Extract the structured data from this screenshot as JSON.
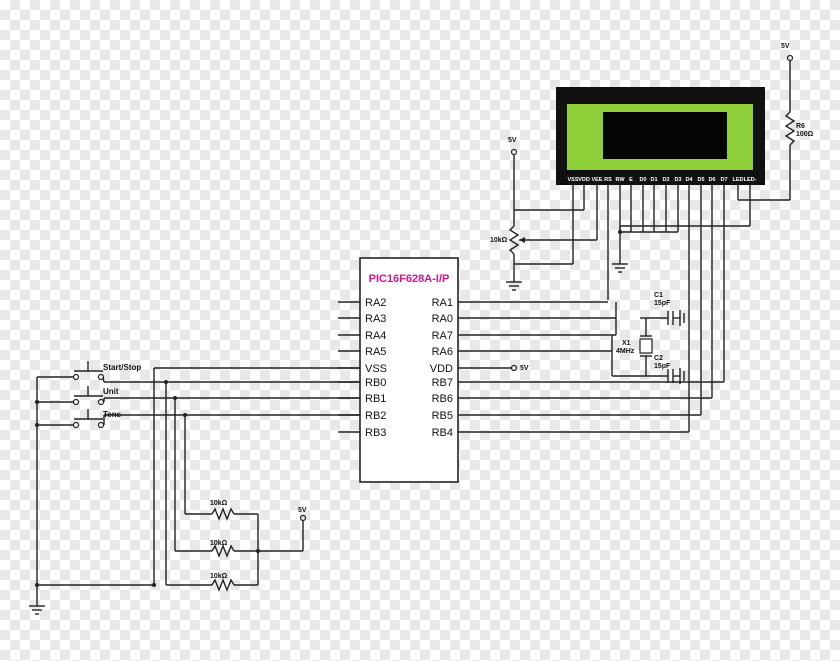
{
  "mcu": {
    "name": "PIC16F628A-I/P",
    "left_pins": [
      "RA2",
      "RA3",
      "RA4",
      "RA5",
      "VSS",
      "RB0",
      "RB1",
      "RB2",
      "RB3"
    ],
    "right_pins": [
      "RA1",
      "RA0",
      "RA7",
      "RA6",
      "VDD",
      "RB7",
      "RB6",
      "RB5",
      "RB4"
    ]
  },
  "lcd": {
    "pins": [
      "VSS",
      "VDD",
      "VEE",
      "RS",
      "RW",
      "E",
      "D0",
      "D1",
      "D2",
      "D3",
      "D4",
      "D5",
      "D6",
      "D7",
      "LED",
      "LED-"
    ],
    "screen_color": "#8fcf3a",
    "body_color": "#111111"
  },
  "buttons": [
    "Start/Stop",
    "Unit",
    "Tens"
  ],
  "supply": "5V",
  "pot": "10kΩ",
  "r6": {
    "ref": "R6",
    "value": "100Ω"
  },
  "pullups": [
    "10kΩ",
    "10kΩ",
    "10kΩ"
  ],
  "c1": {
    "ref": "C1",
    "value": "15pF"
  },
  "c2": {
    "ref": "C2",
    "value": "15pF"
  },
  "x1": {
    "ref": "X1",
    "value": "4MHz"
  },
  "colors": {
    "mcu_name": "#d4148a",
    "wire": "#222222"
  }
}
